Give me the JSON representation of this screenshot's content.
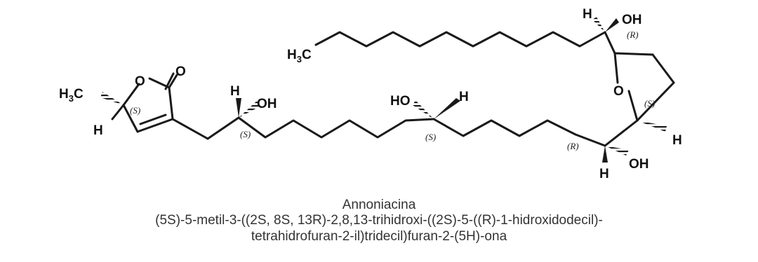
{
  "molecule": {
    "name": "Annoniacina",
    "iupac_line1": "(5S)-5-metil-3-((2S, 8S, 13R)-2,8,13-trihidroxi-((2S)-5-((R)-1-hidroxidodecil)-",
    "iupac_line2": "tetrahidrofuran-2-il)tridecil)furan-2-(5H)-ona",
    "atoms": {
      "h3c_left": "H",
      "h3c_left_sub": "3",
      "h3c_left_c": "C",
      "h3c_top": "H",
      "h3c_top_sub": "3",
      "h3c_top_c": "C",
      "lactone_o": "O",
      "carbonyl_o": "O",
      "thf_o": "O",
      "h_c5": "H",
      "h_c2_left": "H",
      "oh_c2": "OH",
      "ho_c8": "HO",
      "h_c8": "H",
      "h_top": "H",
      "oh_top": "OH",
      "h_thf": "H",
      "h_lower": "H",
      "oh_lower": "OH"
    },
    "stereo_labels": {
      "c5": "(S)",
      "c2": "(S)",
      "c8": "(S)",
      "top": "(R)",
      "thf": "(S)",
      "lower": "(R)"
    }
  }
}
